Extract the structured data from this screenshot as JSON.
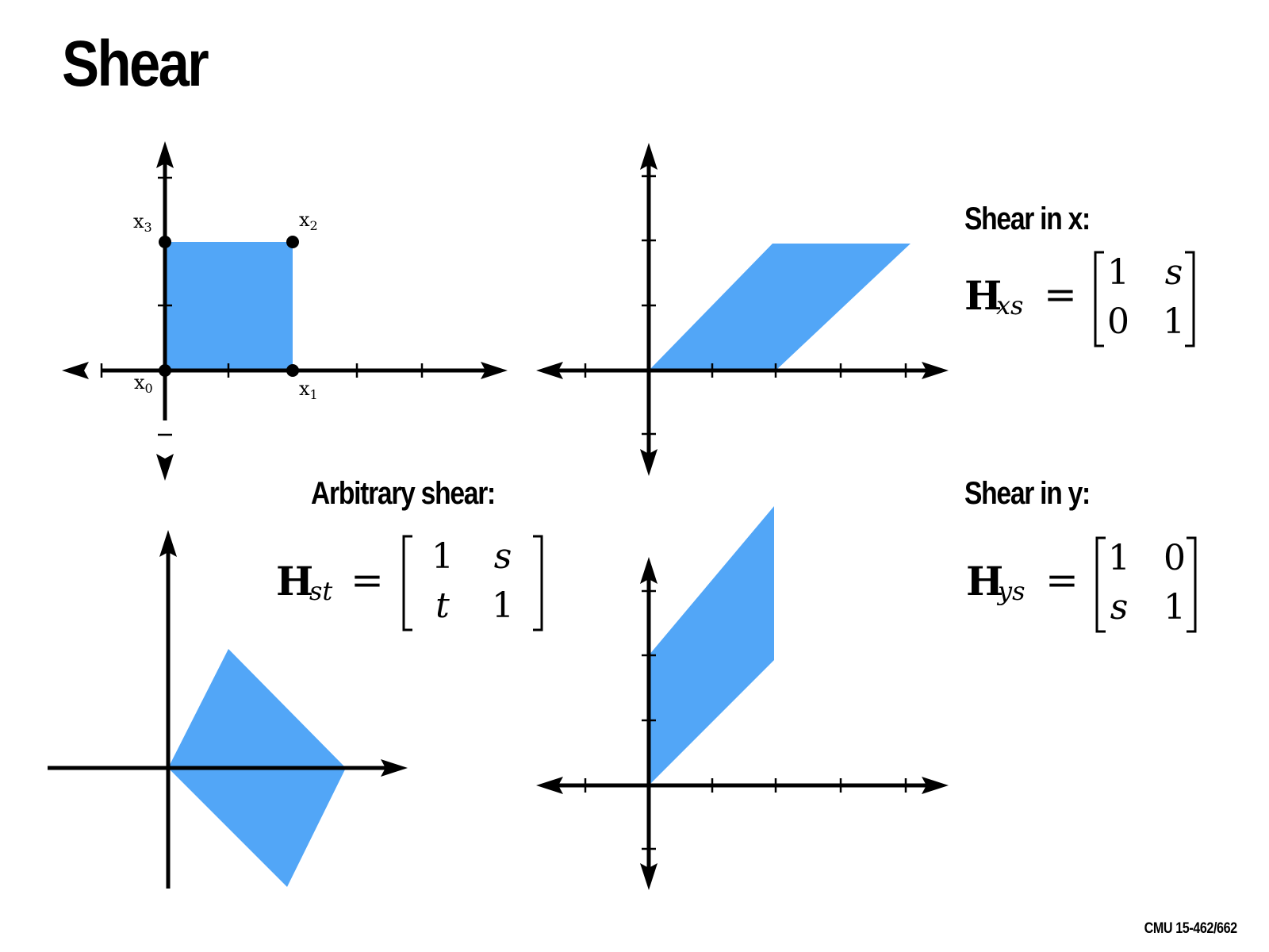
{
  "slide": {
    "title": "Shear",
    "footer": "CMU 15-462/662"
  },
  "colors": {
    "fill": "#52a6f7",
    "axis": "#000000",
    "background": "#ffffff"
  },
  "points": {
    "x0": "x",
    "x0_sub": "0",
    "x1": "x",
    "x1_sub": "1",
    "x2": "x",
    "x2_sub": "2",
    "x3": "x",
    "x3_sub": "3"
  },
  "shear_x": {
    "heading": "Shear in x:",
    "symbol": "H",
    "subscript": "xs",
    "equals": "=",
    "matrix": [
      "1",
      "s",
      "0",
      "1"
    ]
  },
  "shear_y": {
    "heading": "Shear in y:",
    "symbol": "H",
    "subscript": "ys",
    "equals": "=",
    "matrix": [
      "1",
      "0",
      "s",
      "1"
    ]
  },
  "shear_arbitrary": {
    "heading": "Arbitrary shear:",
    "symbol": "H",
    "subscript": "st",
    "equals": "=",
    "matrix": [
      "1",
      "s",
      "t",
      "1"
    ]
  }
}
